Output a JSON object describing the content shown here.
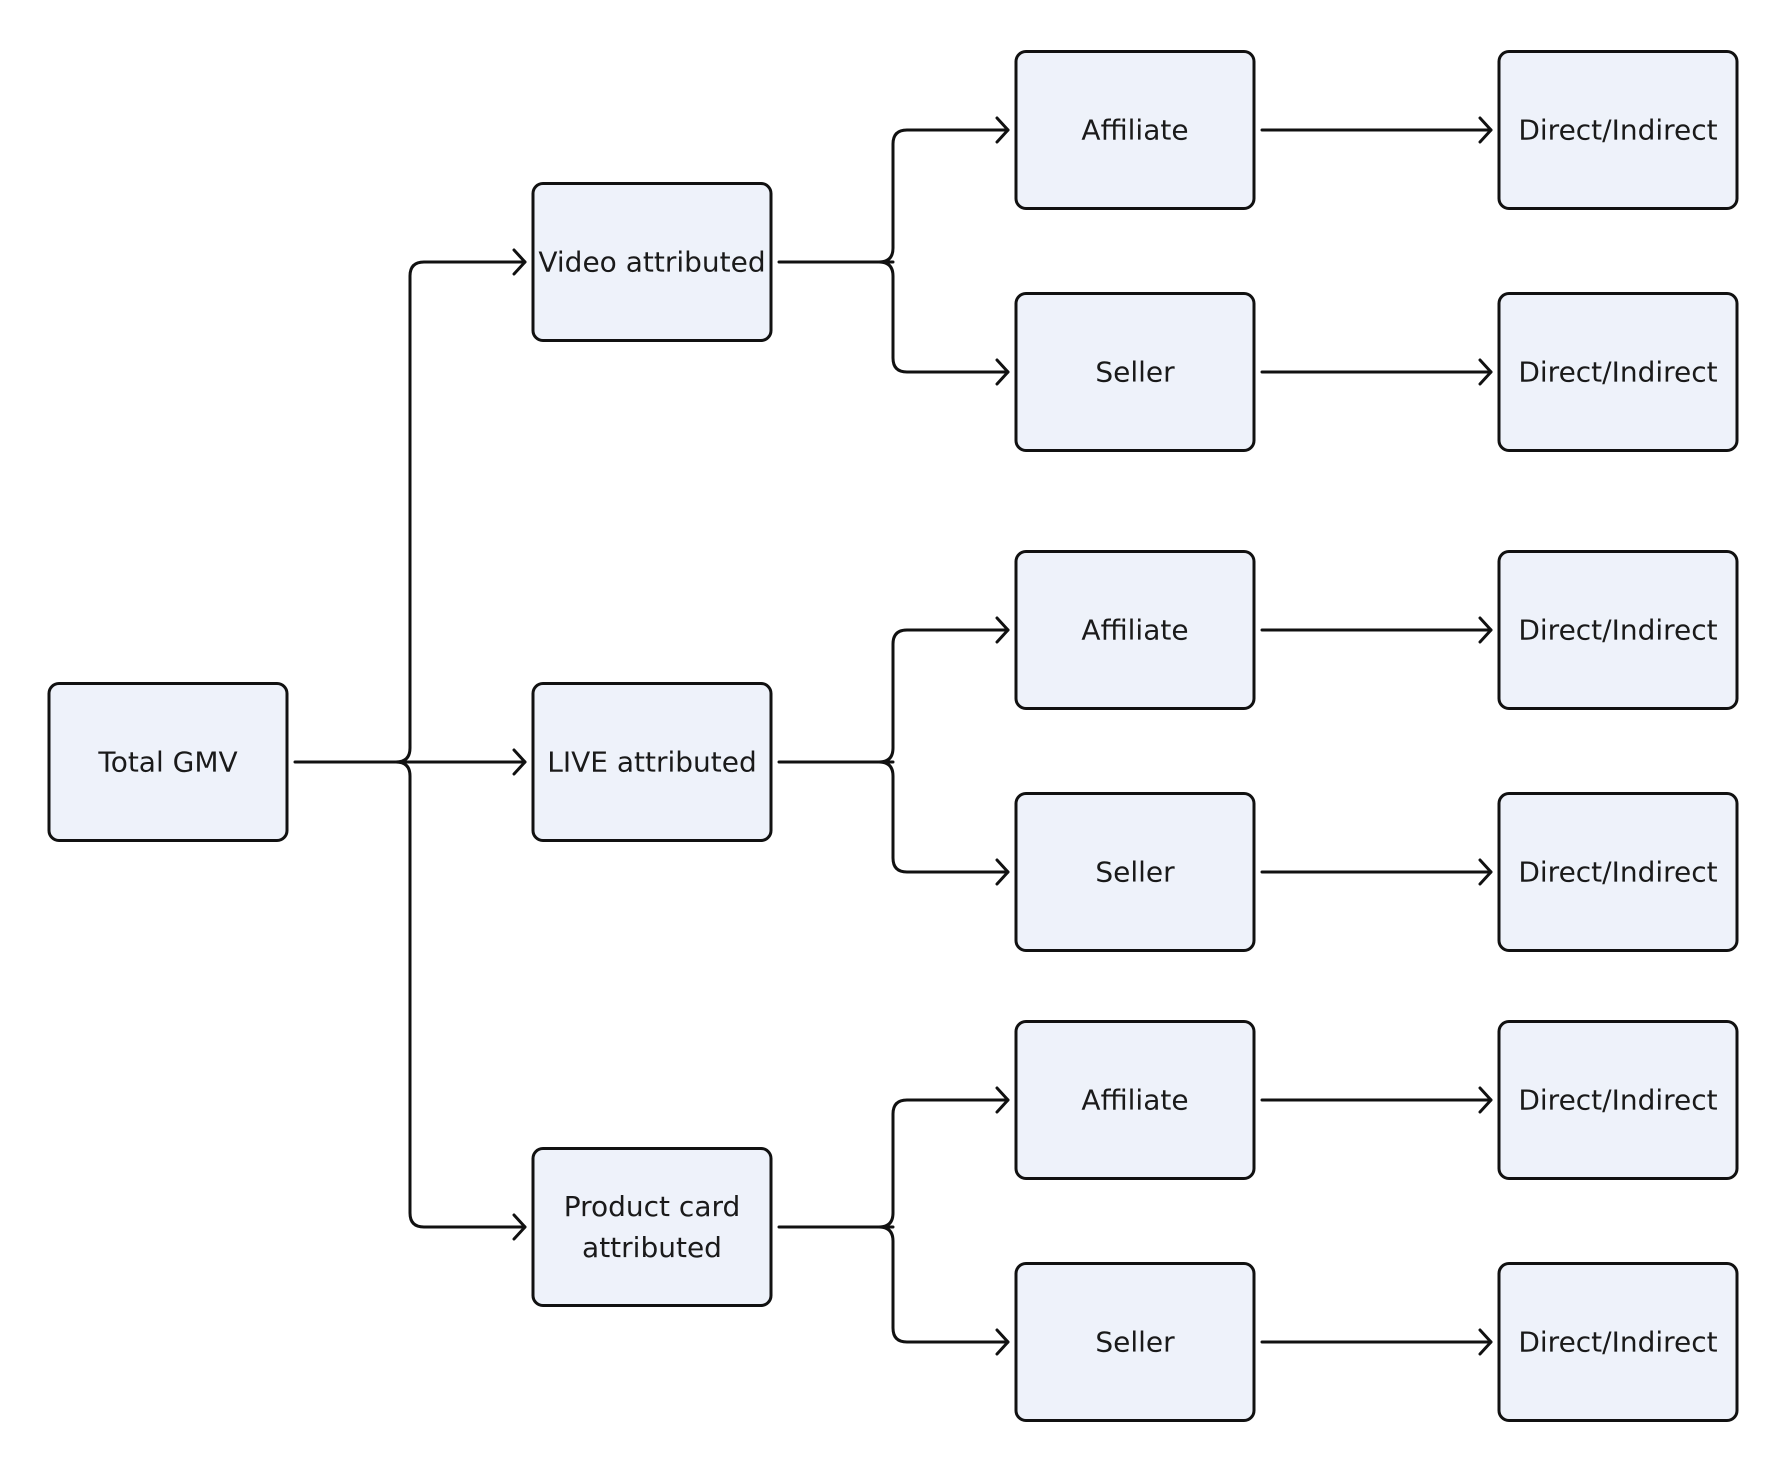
{
  "diagram": {
    "root": {
      "label": "Total GMV"
    },
    "branches": [
      {
        "label_lines": [
          "Video attributed"
        ],
        "children": [
          {
            "label": "Affiliate",
            "leaf": "Direct/Indirect"
          },
          {
            "label": "Seller",
            "leaf": "Direct/Indirect"
          }
        ]
      },
      {
        "label_lines": [
          "LIVE attributed"
        ],
        "children": [
          {
            "label": "Affiliate",
            "leaf": "Direct/Indirect"
          },
          {
            "label": "Seller",
            "leaf": "Direct/Indirect"
          }
        ]
      },
      {
        "label_lines": [
          "Product card",
          "attributed"
        ],
        "children": [
          {
            "label": "Affiliate",
            "leaf": "Direct/Indirect"
          },
          {
            "label": "Seller",
            "leaf": "Direct/Indirect"
          }
        ]
      }
    ],
    "colors": {
      "node_fill": "#eef2fa",
      "stroke": "#111111",
      "text": "#1a1a1a",
      "background": "#ffffff"
    }
  }
}
